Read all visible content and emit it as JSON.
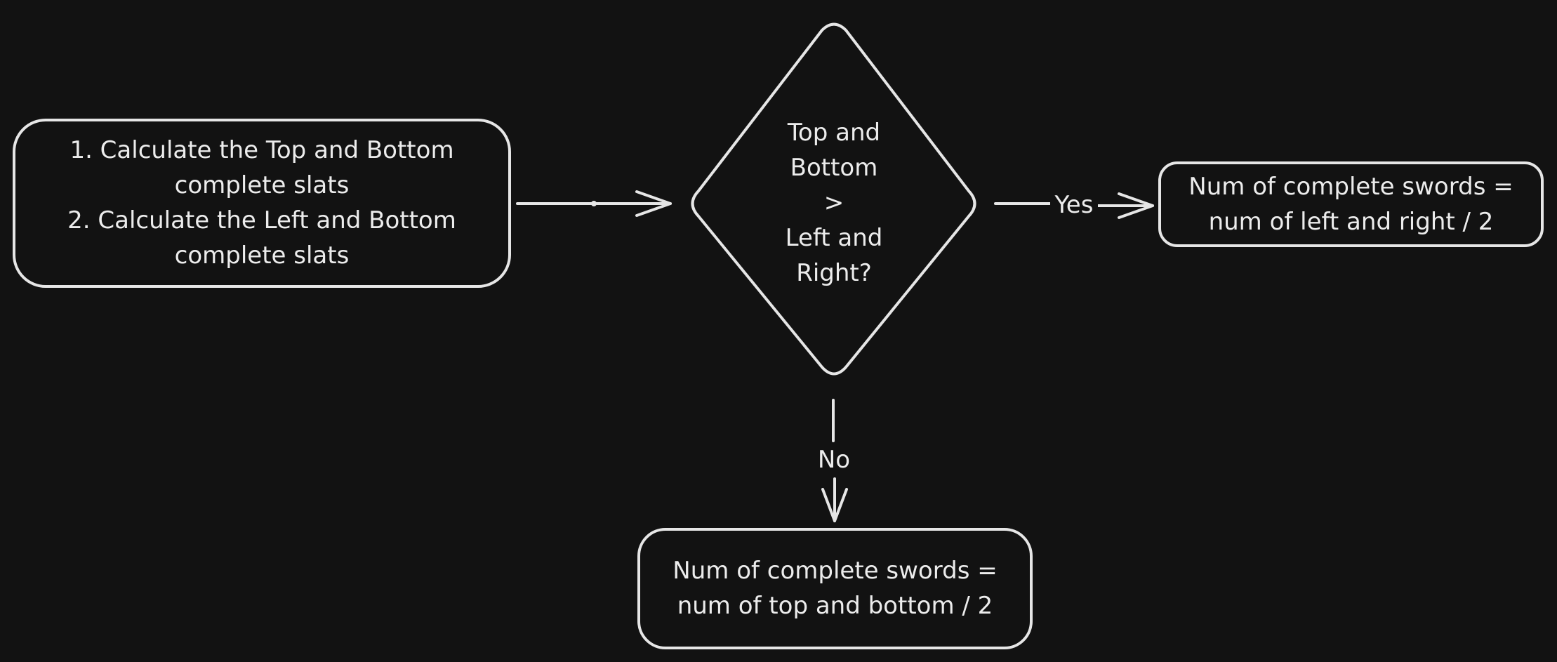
{
  "diagram": {
    "colors": {
      "background": "#121212",
      "stroke": "#e6e6e6",
      "text": "#ececec"
    },
    "nodes": {
      "start": {
        "lines": [
          "1. Calculate the Top and Bottom",
          "complete slats",
          "2. Calculate the Left and Bottom",
          "complete slats"
        ]
      },
      "decision": {
        "lines": [
          "Top and",
          "Bottom",
          ">",
          "Left and",
          "Right?"
        ]
      },
      "yes_result": {
        "lines": [
          "Num of complete swords =",
          "num of left and right / 2"
        ]
      },
      "no_result": {
        "lines": [
          "Num of complete swords =",
          "num of top and bottom / 2"
        ]
      }
    },
    "edges": {
      "yes_label": "Yes",
      "no_label": "No"
    }
  }
}
